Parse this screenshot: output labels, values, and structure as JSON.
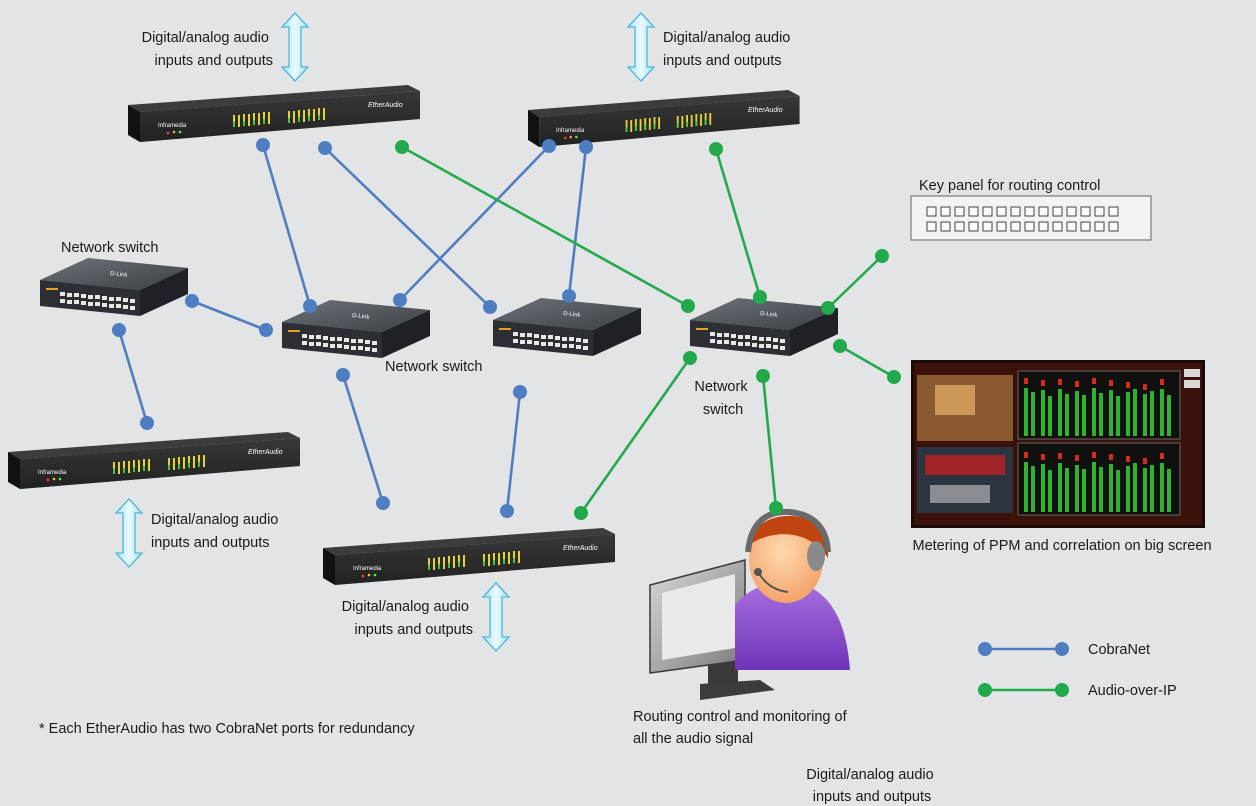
{
  "io_label": {
    "line1": "Digital/analog audio",
    "line2": "inputs and outputs"
  },
  "devices": {
    "brand": "Inframedia",
    "model": "EtherAudio"
  },
  "switches": {
    "label": "Network switch",
    "label_line1": "Network",
    "label_line2": "switch",
    "brand": "D-Link"
  },
  "key_panel": {
    "label": "Key panel for routing control"
  },
  "big_screen": {
    "label": "Metering of PPM and correlation on big screen"
  },
  "operator": {
    "line1": "Routing control and monitoring of",
    "line2": "all the audio signal"
  },
  "footnote": "*  Each EtherAudio has two CobraNet ports for redundancy",
  "legend": {
    "items": [
      {
        "label": "CobraNet",
        "color": "#4e7ec1"
      },
      {
        "label": "Audio-over-IP",
        "color": "#22a94b"
      }
    ]
  }
}
